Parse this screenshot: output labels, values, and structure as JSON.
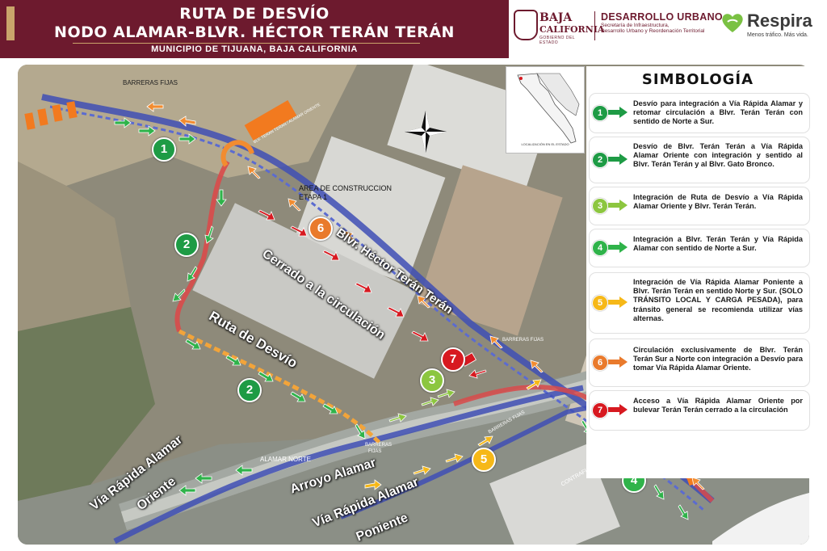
{
  "header": {
    "title_line1": "RUTA DE DESVÍO",
    "title_line2": "NODO ALAMAR-BLVR. HÉCTOR TERÁN TERÁN",
    "subtitle": "MUNICIPIO DE TIJUANA, BAJA CALIFORNIA"
  },
  "logos": {
    "baja_name": "BAJA",
    "baja_name2": "CALIFORNIA",
    "baja_sub": "GOBIERNO DEL ESTADO",
    "du_name": "DESARROLLO URBANO",
    "du_line1": "Secretaría de Infraestructura,",
    "du_line2": "Desarrollo Urbano y Reordenación Territorial",
    "respira_name": "Respira",
    "respira_slogan": "Menos tráfico. Más vida."
  },
  "map_labels": {
    "blvr_hector": "Blvr. Héctor Terán Terán",
    "cerrado": "Cerrado a la circulación",
    "ruta_desvio": "Ruta de Desvío",
    "via_rapida_oriente_1": "Vía Rápida Alamar",
    "via_rapida_oriente_2": "Oriente",
    "arroyo": "Arroyo Alamar",
    "via_rapida_poniente_1": "Vía Rápida Alamar",
    "via_rapida_poniente_2": "Poniente",
    "area_construccion_1": "AREA DE CONSTRUCCION",
    "area_construccion_2": "ETAPA 1",
    "barreras_fijas_top": "BARRERAS FIJAS",
    "barreras_fijas_mid": "BARRERAS FIJAS",
    "barreras_fijas_bottom1": "BARRERAS",
    "barreras_fijas_bottom2": "FIJAS",
    "barreras_fijas_lower": "BARRERAS FIJAS",
    "alamar_norte": "ALAMAR NORTE",
    "contraflujo": "CONTRAFLUJO",
    "sign_text": "BLV. TERAN TERAN / ALAMAR ORIENTE",
    "inset_caption": "LOCALIZACIÓN EN EL ESTADO"
  },
  "map_badges": [
    {
      "number": "1",
      "color": "#1e9b45"
    },
    {
      "number": "2",
      "color": "#1e9b45"
    },
    {
      "number": "2",
      "color": "#1e9b45"
    },
    {
      "number": "3",
      "color": "#8cc63f"
    },
    {
      "number": "4",
      "color": "#2fb34a"
    },
    {
      "number": "5",
      "color": "#f6b818"
    },
    {
      "number": "6",
      "color": "#e97a2c"
    },
    {
      "number": "6",
      "color": "#e97a2c"
    },
    {
      "number": "7",
      "color": "#d71920"
    }
  ],
  "legend": {
    "title": "SIMBOLOGÍA",
    "items": [
      {
        "number": "1",
        "color": "#1e9b45",
        "text": "Desvío para integración a Vía Rápida Alamar y retomar circulación a Blvr. Terán Terán con sentido de Norte a Sur."
      },
      {
        "number": "2",
        "color": "#1e9b45",
        "text": "Desvío de Blvr. Terán Terán a Vía Rápida Alamar Oriente con integración y sentido al Blvr. Terán Terán y al Blvr. Gato Bronco."
      },
      {
        "number": "3",
        "color": "#8cc63f",
        "text": "Integración de Ruta de Desvío a Vía Rápida Alamar Oriente y Blvr. Terán Terán."
      },
      {
        "number": "4",
        "color": "#2fb34a",
        "text": "Integración a Blvr. Terán Terán y Vía Rápida Alamar con sentido de Norte a Sur."
      },
      {
        "number": "5",
        "color": "#f6b818",
        "text": "Integración de Vía Rápida Alamar Poniente a Blvr. Terán Terán en sentido Norte y Sur. (SOLO TRÁNSITO LOCAL Y CARGA PESADA), para tránsito general se recomienda utilizar vías alternas."
      },
      {
        "number": "6",
        "color": "#e97a2c",
        "text": "Circulación exclusivamente de Blvr. Terán Terán Sur a Norte con integración a Desvío para tomar Vía Rápida Alamar Oriente."
      },
      {
        "number": "7",
        "color": "#d71920",
        "text": "Acceso a Vía Rápida Alamar Oriente por bulevar Terán Terán cerrado a la circulación"
      }
    ]
  }
}
